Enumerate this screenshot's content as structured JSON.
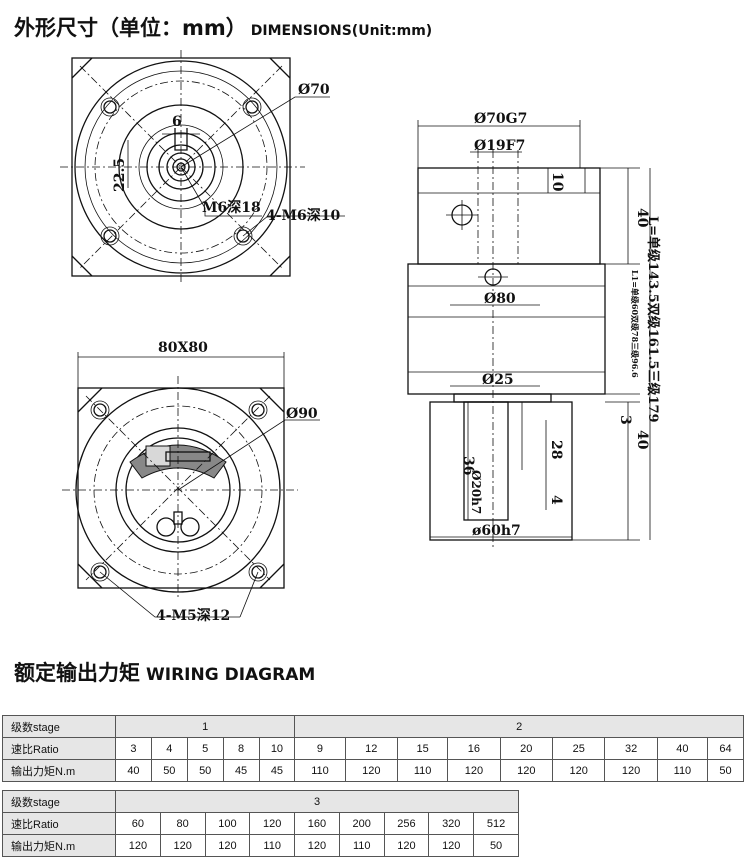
{
  "headings": {
    "dimensions_cn": "外形尺寸（单位：mm）",
    "dimensions_en": "DIMENSIONS(Unit:mm)",
    "torque_cn": "额定输出力矩",
    "torque_en": "WIRING DIAGRAM"
  },
  "front_view": {
    "d70": "Ø70",
    "key6": "6",
    "dim22_5": "22.5",
    "m6_depth": "M6深18",
    "m6x4": "4-M6深10"
  },
  "rear_view": {
    "size": "80X80",
    "d90": "Ø90",
    "m5x4": "4-M5深12"
  },
  "side_view": {
    "d70g7": "Ø70G7",
    "d19f7": "Ø19F7",
    "d80": "Ø80",
    "d25": "Ø25",
    "d20h7": "Ø20h7",
    "d60h7": "ø60h7",
    "dim10": "10",
    "dim40a": "40",
    "dim3": "3",
    "dim40b": "40",
    "dim36": "36",
    "dim28": "28",
    "dim4": "4",
    "length_note": "L=单级143.5双级161.5三级179",
    "inner_note": "L1=单级60双级78三级96.6"
  },
  "table1": {
    "stage_label": "级数stage",
    "ratio_label": "速比Ratio",
    "torque_label": "输出力矩N.m",
    "groups": [
      {
        "stage": "1",
        "ratios": [
          "3",
          "4",
          "5",
          "8",
          "10"
        ],
        "torques": [
          "40",
          "50",
          "50",
          "45",
          "45"
        ]
      },
      {
        "stage": "2",
        "ratios": [
          "9",
          "12",
          "15",
          "16",
          "20",
          "25",
          "32",
          "40",
          "64"
        ],
        "torques": [
          "110",
          "120",
          "110",
          "120",
          "120",
          "120",
          "120",
          "110",
          "50"
        ]
      }
    ]
  },
  "table2": {
    "stage_label": "级数stage",
    "ratio_label": "速比Ratio",
    "torque_label": "输出力矩N.m",
    "groups": [
      {
        "stage": "3",
        "ratios": [
          "60",
          "80",
          "100",
          "120",
          "160",
          "200",
          "256",
          "320",
          "512"
        ],
        "torques": [
          "120",
          "120",
          "120",
          "110",
          "120",
          "110",
          "120",
          "120",
          "50"
        ]
      }
    ]
  }
}
